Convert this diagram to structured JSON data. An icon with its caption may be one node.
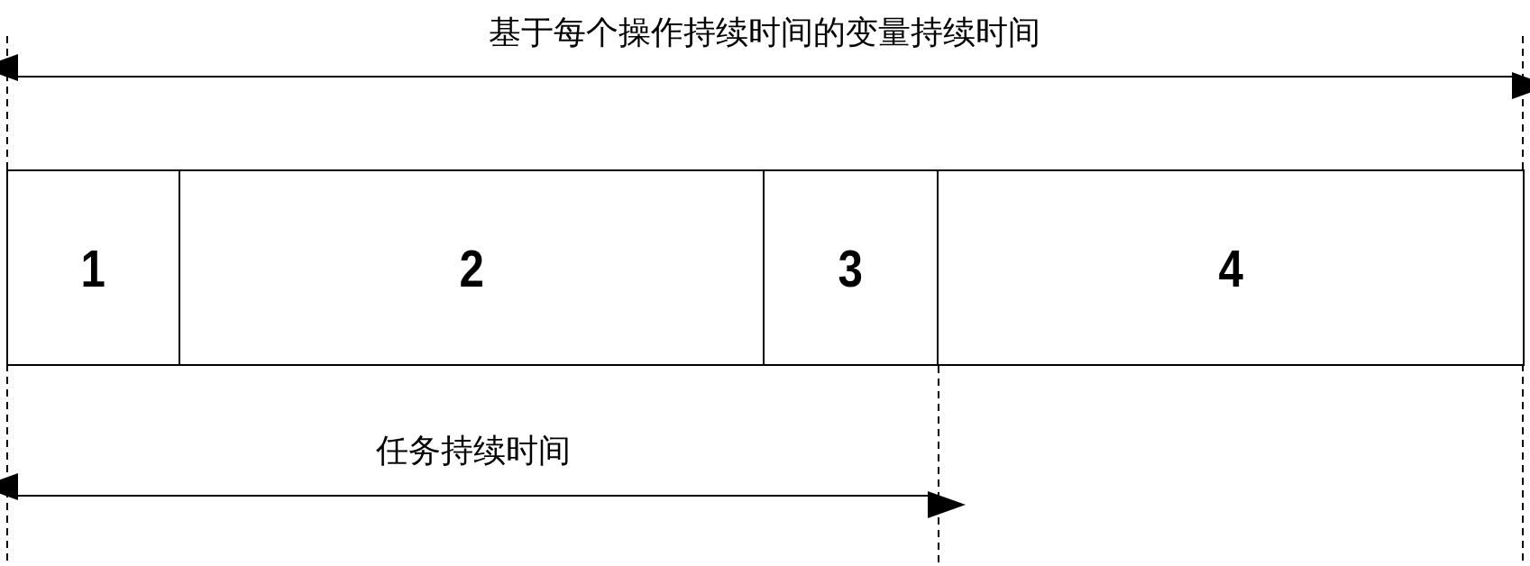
{
  "diagram": {
    "nodes": [
      {
        "text": [
          "1"
        ]
      },
      {
        "text": [
          "2"
        ]
      },
      {
        "text": [
          "3"
        ]
      },
      {
        "text": [
          "4"
        ]
      }
    ],
    "labels": [
      "基于每个操作持续时间的变量持续时间",
      "任务持续时间"
    ]
  }
}
